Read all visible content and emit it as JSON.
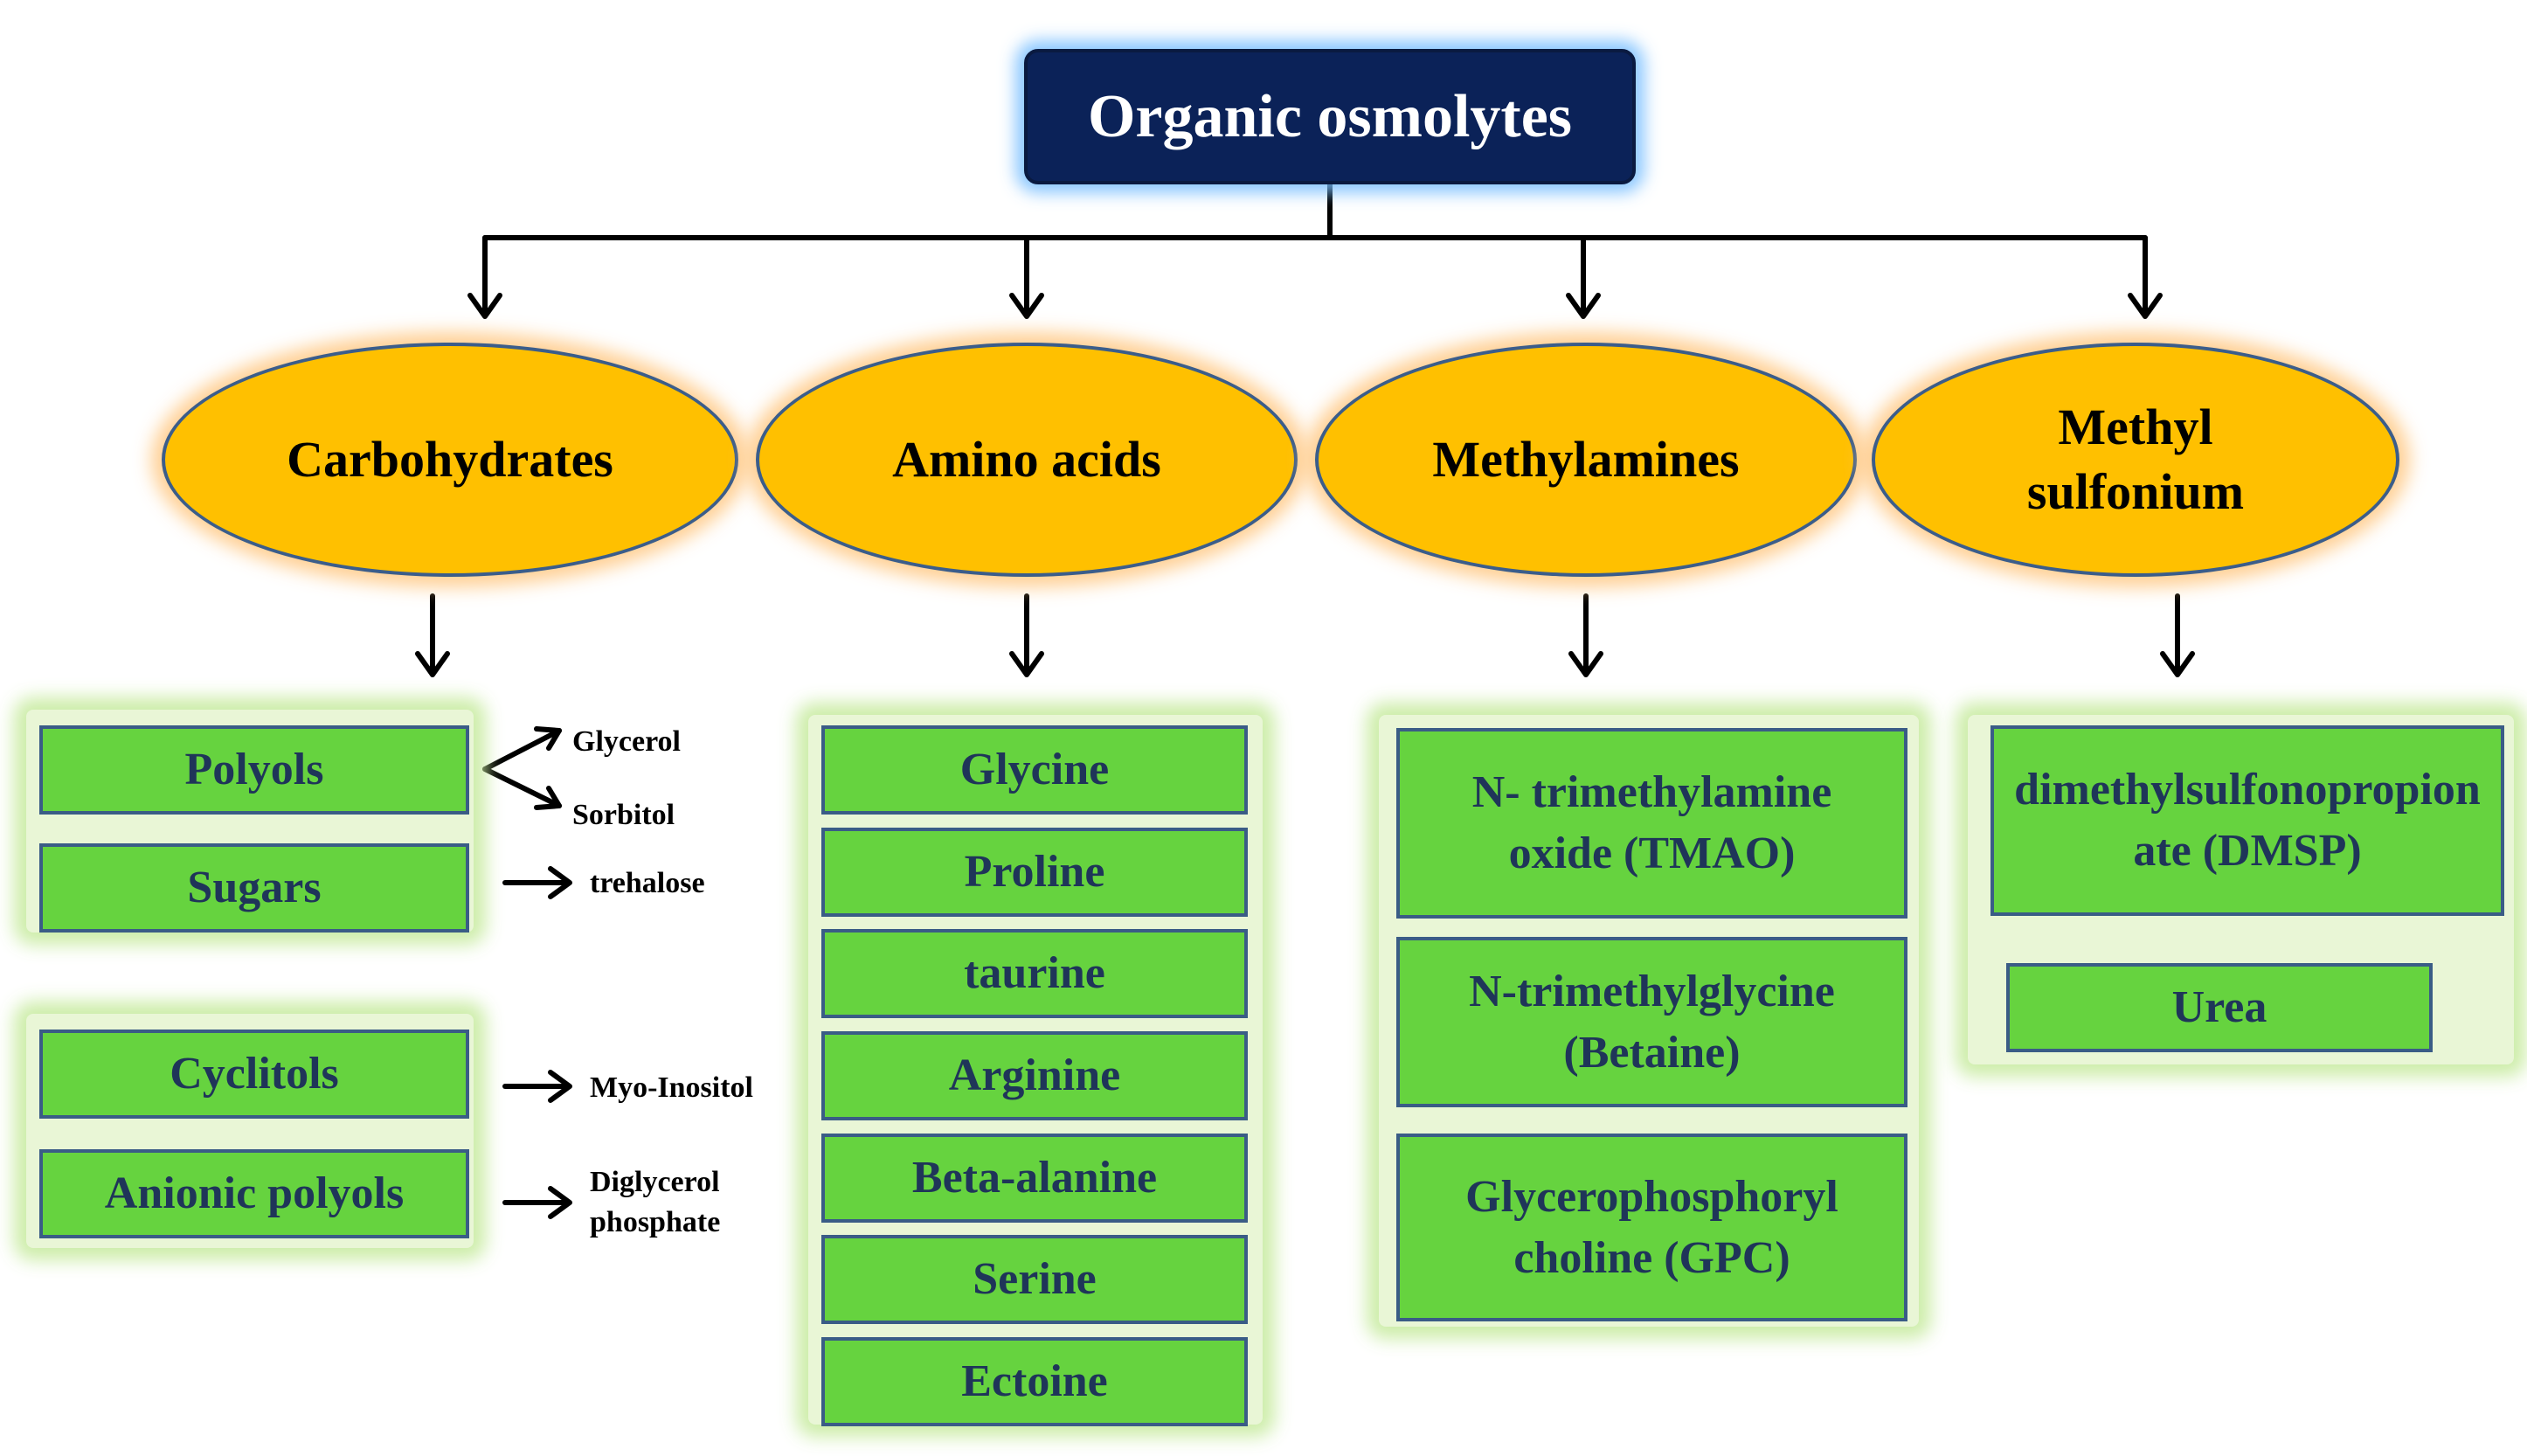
{
  "title": "Organic osmolytes",
  "categories": {
    "carbohydrates": "Carbohydrates",
    "amino_acids": "Amino acids",
    "methylamines": "Methylamines",
    "methyl_sulfonium": "Methyl sulfonium"
  },
  "carbohydrate_types": {
    "polyols": "Polyols",
    "sugars": "Sugars",
    "cyclitols": "Cyclitols",
    "anionic_polyols": "Anionic polyols"
  },
  "carbohydrate_examples": {
    "glycerol": "Glycerol",
    "sorbitol": "Sorbitol",
    "trehalose": "trehalose",
    "myo_inositol": "Myo-Inositol",
    "diglycerol_phosphate": "Diglycerol phosphate"
  },
  "amino_acids": [
    "Glycine",
    "Proline",
    "taurine",
    "Arginine",
    "Beta-alanine",
    "Serine",
    "Ectoine"
  ],
  "methylamines": {
    "tmao": "N- trimethylamine oxide (TMAO)",
    "betaine": "N-trimethylglycine (Betaine)",
    "gpc": "Glycerophosphoryl choline (GPC)"
  },
  "sulfonium": {
    "dmsp": "dimethylsulfonopropionate (DMSP)",
    "urea": "Urea"
  },
  "colors": {
    "title_bg": "#0b2258",
    "ellipse_fill": "#ffc000",
    "box_fill": "#66d33f",
    "box_text": "#1f3559"
  }
}
